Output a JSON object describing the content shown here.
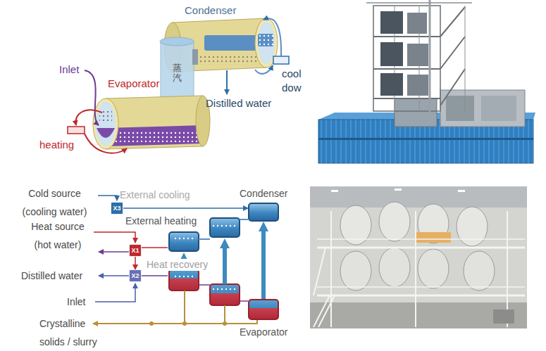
{
  "diagram": {
    "nodes": [
      {
        "text": [
          "Condenser"
        ]
      },
      {
        "text": [
          "X3"
        ]
      },
      {
        "text": [
          "X1"
        ]
      },
      {
        "text": [
          "X2"
        ]
      },
      {
        "text": [
          "Evaporator"
        ]
      }
    ],
    "edges": [
      {
        "from": 1,
        "to": 0,
        "arrow": "to"
      },
      {
        "from": 2,
        "to": 3,
        "arrow": "to"
      },
      {
        "from": 4,
        "to": 0,
        "arrow": "to"
      }
    ],
    "labels": [
      "Condenser",
      "Inlet",
      "Evaporator",
      "heating",
      "cool dow",
      "Distilled water",
      "蒸汽",
      "Cold source (cooling water)",
      "External cooling",
      "Heat source (hot water)",
      "External heating",
      "Distilled water",
      "Heat recovery",
      "Inlet",
      "Crystalline solids / slurry"
    ]
  }
}
